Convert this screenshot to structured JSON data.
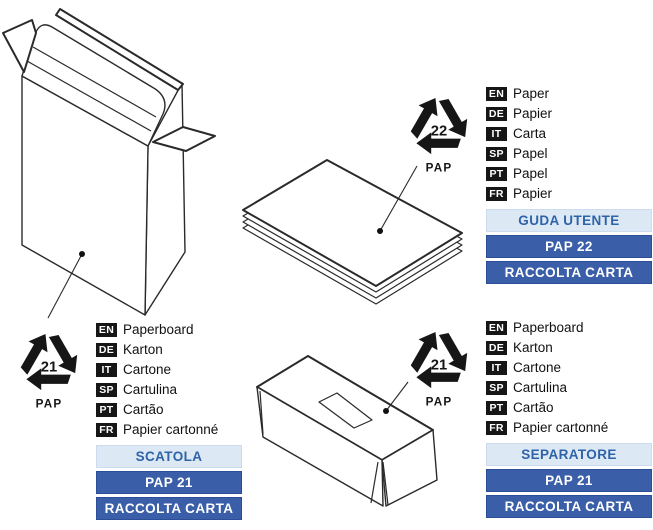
{
  "colors": {
    "bar_dark_bg": "#3a5ea8",
    "bar_dark_border": "#2c4d97",
    "bar_dark_text": "#ffffff",
    "bar_light_bg": "#dce9f5",
    "bar_light_border": "#ccdcee",
    "bar_light_text": "#2f63a8",
    "tag_bg": "#161616",
    "tag_text": "#ffffff",
    "line_art": "#2a2a2a",
    "symbol": "#161616"
  },
  "items": [
    {
      "id": "scatola",
      "illustration": "open-carton-box",
      "recycling_code": "21",
      "material": "PAP",
      "languages": [
        {
          "code": "EN",
          "label": "Paperboard"
        },
        {
          "code": "DE",
          "label": "Karton"
        },
        {
          "code": "IT",
          "label": "Cartone"
        },
        {
          "code": "SP",
          "label": "Cartulina"
        },
        {
          "code": "PT",
          "label": "Cartão"
        },
        {
          "code": "FR",
          "label": "Papier cartonné"
        }
      ],
      "labels": {
        "name": "SCATOLA",
        "code": "PAP 21",
        "disposal": "RACCOLTA CARTA"
      }
    },
    {
      "id": "guida-utente",
      "illustration": "paper-sheets-stack",
      "recycling_code": "22",
      "material": "PAP",
      "languages": [
        {
          "code": "EN",
          "label": "Paper"
        },
        {
          "code": "DE",
          "label": "Papier"
        },
        {
          "code": "IT",
          "label": "Carta"
        },
        {
          "code": "SP",
          "label": "Papel"
        },
        {
          "code": "PT",
          "label": "Papel"
        },
        {
          "code": "FR",
          "label": "Papier"
        }
      ],
      "labels": {
        "name": "GUDA UTENTE",
        "code": "PAP 22",
        "disposal": "RACCOLTA CARTA"
      }
    },
    {
      "id": "separatore",
      "illustration": "separator-tray-box",
      "recycling_code": "21",
      "material": "PAP",
      "languages": [
        {
          "code": "EN",
          "label": "Paperboard"
        },
        {
          "code": "DE",
          "label": "Karton"
        },
        {
          "code": "IT",
          "label": "Cartone"
        },
        {
          "code": "SP",
          "label": "Cartulina"
        },
        {
          "code": "PT",
          "label": "Cartão"
        },
        {
          "code": "FR",
          "label": "Papier cartonné"
        }
      ],
      "labels": {
        "name": "SEPARATORE",
        "code": "PAP 21",
        "disposal": "RACCOLTA CARTA"
      }
    }
  ]
}
